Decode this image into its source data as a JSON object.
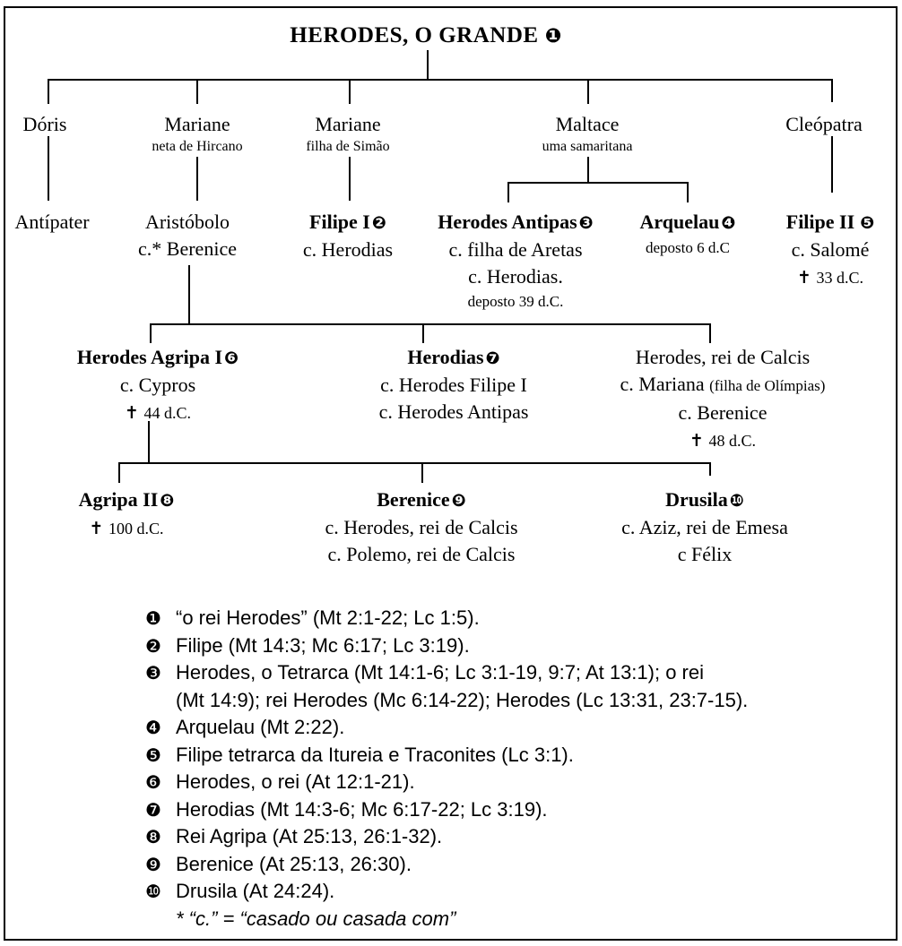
{
  "colors": {
    "background": "#ffffff",
    "text": "#000000",
    "line": "#000000"
  },
  "title": {
    "text": "HERODES, O GRANDE",
    "badge": "❶"
  },
  "nodes": {
    "doris": {
      "name": "Dóris"
    },
    "mariane1": {
      "name": "Mariane",
      "sub": "neta de Hircano"
    },
    "mariane2": {
      "name": "Mariane",
      "sub": "filha de Simão"
    },
    "maltace": {
      "name": "Maltace",
      "sub": "uma samaritana"
    },
    "cleopatra": {
      "name": "Cleópatra"
    },
    "antipater": {
      "name": "Antípater"
    },
    "aristobolo": {
      "name": "Aristóbolo",
      "line1": "c.* Berenice"
    },
    "filipe1": {
      "name": "Filipe I",
      "badge": "❷",
      "line1": "c. Herodias"
    },
    "antipas": {
      "name": "Herodes Antipas",
      "badge": "❸",
      "line1": "c. filha  de Aretas",
      "line2": "c. Herodias.",
      "small": "deposto 39 d.C."
    },
    "arquelau": {
      "name": "Arquelau",
      "badge": "❹",
      "small": "deposto 6 d.C"
    },
    "filipe2": {
      "name": "Filipe II",
      "badge": "❺",
      "line1": "c. Salomé",
      "cross": "✝",
      "death": "33 d.C."
    },
    "agripa1": {
      "name": "Herodes Agripa I",
      "badge": "❻",
      "line1": "c. Cypros",
      "cross": "✝",
      "death": "44 d.C."
    },
    "herodias": {
      "name": "Herodias",
      "badge": "❼",
      "line1": "c. Herodes Filipe I",
      "line2": "c. Herodes Antipas"
    },
    "calcis": {
      "name": "Herodes, rei de Calcis",
      "line1": "c. Mariana",
      "line1_small": "(filha de Olímpias)",
      "line2": "c. Berenice",
      "cross": "✝",
      "death": "48 d.C."
    },
    "agripa2": {
      "name": "Agripa II",
      "badge": "❽",
      "cross": "✝",
      "death": "100 d.C."
    },
    "berenice": {
      "name": "Berenice",
      "badge": "❾",
      "line1": "c. Herodes, rei de Calcis",
      "line2": "c. Polemo, rei de Calcis"
    },
    "drusila": {
      "name": "Drusila",
      "badge": "❿",
      "line1": "c. Aziz, rei de Emesa",
      "line2": "c Félix"
    }
  },
  "footnotes": [
    {
      "badge": "❶",
      "line1": "“o rei Herodes” (Mt 2:1-22; Lc 1:5)."
    },
    {
      "badge": "❷",
      "line1": "Filipe (Mt 14:3; Mc 6:17; Lc 3:19)."
    },
    {
      "badge": "❸",
      "line1": "Herodes, o Tetrarca (Mt 14:1-6; Lc 3:1-19, 9:7; At 13:1); o rei",
      "line2": "(Mt 14:9); rei Herodes (Mc 6:14-22); Herodes (Lc 13:31, 23:7-15)."
    },
    {
      "badge": "❹",
      "line1": "Arquelau (Mt 2:22)."
    },
    {
      "badge": "❺",
      "line1": "Filipe tetrarca da Itureia e Traconites (Lc 3:1)."
    },
    {
      "badge": "❻",
      "line1": "Herodes, o rei (At 12:1-21)."
    },
    {
      "badge": "❼",
      "line1": "Herodias (Mt 14:3-6; Mc 6:17-22; Lc 3:19)."
    },
    {
      "badge": "❽",
      "line1": "Rei Agripa (At 25:13, 26:1-32)."
    },
    {
      "badge": "❾",
      "line1": "Berenice (At 25:13, 26:30)."
    },
    {
      "badge": "❿",
      "line1": "Drusila (At 24:24)."
    }
  ],
  "legend": "* “c.” = “casado ou casada com”"
}
